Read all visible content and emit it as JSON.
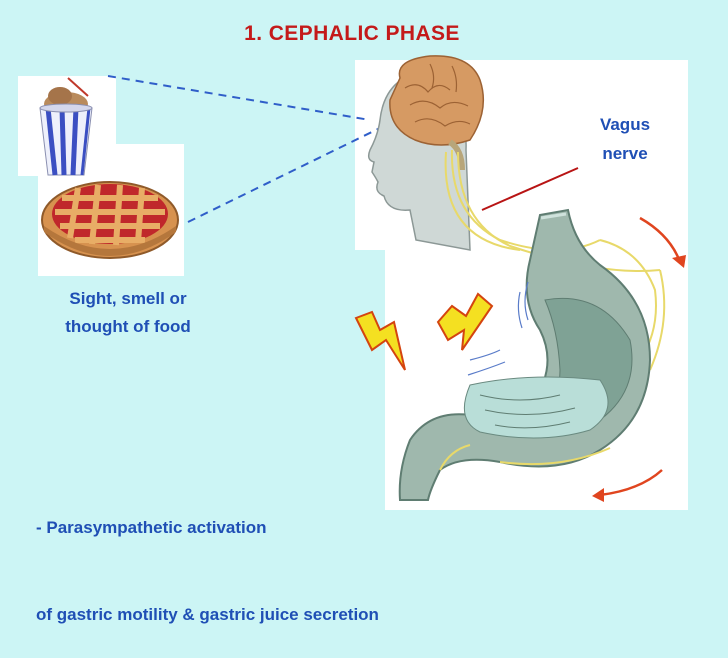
{
  "title": "1. CEPHALIC  PHASE",
  "vagus_label": [
    "Vagus",
    "nerve"
  ],
  "food_label": [
    "Sight, smell or",
    "thought of food"
  ],
  "note": [
    "- Parasympathetic activation",
    "of gastric motility & gastric juice secretion"
  ],
  "icons": [
    "milkshake-icon",
    "pie-icon",
    "head-brain-illustration",
    "stomach-illustration",
    "lightning-icon"
  ],
  "colors": {
    "background": "#ccf5f5",
    "title": "#c41a1a",
    "label": "#1f4fb5",
    "pointer_line": "#b81414",
    "motility_arrow": "#e0451f",
    "nerve": "#e8d96a",
    "lightning": "#f4e021"
  }
}
